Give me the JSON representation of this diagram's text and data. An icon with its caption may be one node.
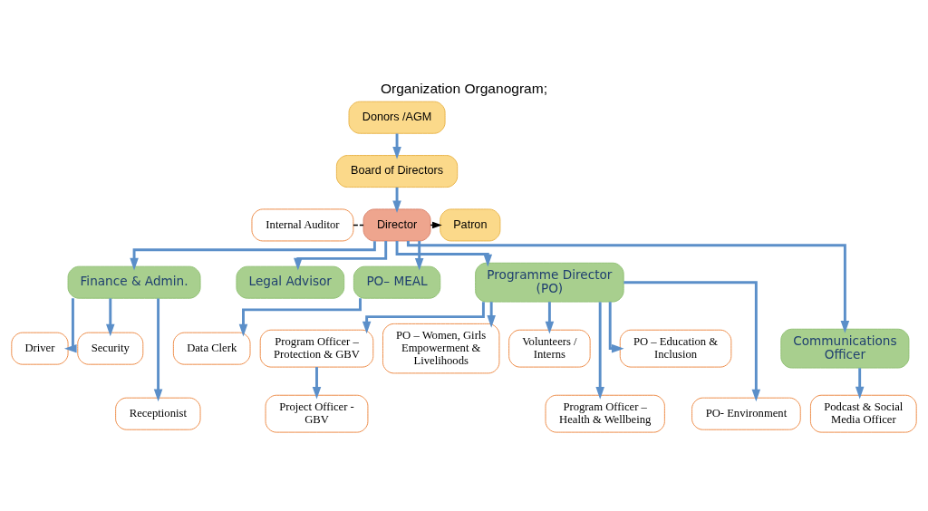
{
  "diagram": {
    "title": "Organization Organogram;",
    "nodes": [
      {
        "text": [
          "Donors /AGM"
        ]
      },
      {
        "text": [
          "Board of Directors"
        ]
      },
      {
        "text": [
          "Internal Auditor"
        ]
      },
      {
        "text": [
          "Director"
        ]
      },
      {
        "text": [
          "Patron"
        ]
      },
      {
        "text": [
          "Finance & Admin."
        ]
      },
      {
        "text": [
          "Legal Advisor"
        ]
      },
      {
        "text": [
          "PO– MEAL"
        ]
      },
      {
        "text": [
          "Programme Director (PO)"
        ]
      },
      {
        "text": [
          "Driver"
        ]
      },
      {
        "text": [
          "Security"
        ]
      },
      {
        "text": [
          "Receptionist"
        ]
      },
      {
        "text": [
          "Data Clerk"
        ]
      },
      {
        "text": [
          "Program Officer – Protection & GBV"
        ]
      },
      {
        "text": [
          "Communications Officer"
        ]
      },
      {
        "text": [
          "PO – Women, Girls Empowerment & Livelihoods"
        ]
      },
      {
        "text": [
          "Volunteers / Interns"
        ]
      },
      {
        "text": [
          "Program Officer – Health & Wellbeing"
        ]
      },
      {
        "text": [
          "PO – Education & Inclusion"
        ]
      },
      {
        "text": [
          "PO- Environment"
        ]
      },
      {
        "text": [
          "Project Officer - GBV"
        ]
      },
      {
        "text": [
          "Podcast & Social Media Officer"
        ]
      }
    ],
    "edges": [
      {
        "from": 0,
        "to": 1,
        "arrow": "to"
      },
      {
        "from": 1,
        "to": 3,
        "arrow": "to"
      },
      {
        "from": 2,
        "to": 3,
        "arrow": "none",
        "style": "dashed",
        "color": "#000000"
      },
      {
        "from": 3,
        "to": 4,
        "arrow": "to",
        "color": "#000000"
      },
      {
        "from": 3,
        "to": 5,
        "arrow": "to"
      },
      {
        "from": 3,
        "to": 14,
        "arrow": "to"
      },
      {
        "from": 3,
        "to": 6,
        "arrow": "to"
      },
      {
        "from": 3,
        "to": 7,
        "arrow": "to"
      },
      {
        "from": 3,
        "to": 8,
        "arrow": "to"
      },
      {
        "from": 5,
        "to": 9,
        "arrow": "to"
      },
      {
        "from": 5,
        "to": 11,
        "arrow": "to"
      },
      {
        "from": 5,
        "to": 10,
        "arrow": "to"
      },
      {
        "from": 7,
        "to": 12,
        "arrow": "to"
      },
      {
        "from": 8,
        "to": 13,
        "arrow": "to"
      },
      {
        "from": 8,
        "to": 17,
        "arrow": "to"
      },
      {
        "from": 8,
        "to": 18,
        "arrow": "to"
      },
      {
        "from": 8,
        "to": 15,
        "arrow": "to"
      },
      {
        "from": 8,
        "to": 19,
        "arrow": "to"
      },
      {
        "from": 8,
        "to": 16,
        "arrow": "to"
      },
      {
        "from": 13,
        "to": 20,
        "arrow": "to"
      },
      {
        "from": 14,
        "to": 21,
        "arrow": "to"
      }
    ]
  }
}
